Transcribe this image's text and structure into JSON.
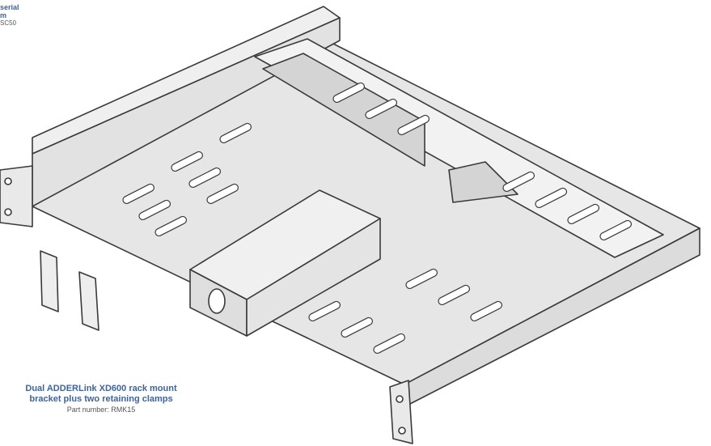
{
  "top_caption": {
    "line1": "serial",
    "line2": "m",
    "part": "SC50"
  },
  "bottom_caption": {
    "line1": "Dual ADDERLink XD600 rack mount",
    "line2": "bracket plus two retaining clamps",
    "part": "Part number: RMK15"
  },
  "colors": {
    "metal": "#ebebeb",
    "metal_dark": "#cfcfcf",
    "line": "#3a3a3a",
    "caption": "#3b63a8"
  }
}
